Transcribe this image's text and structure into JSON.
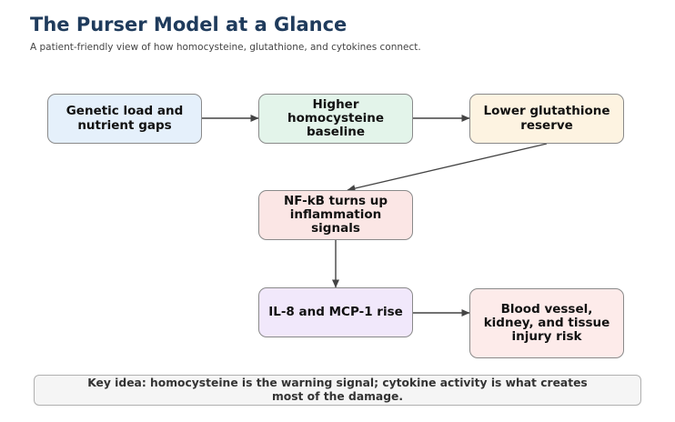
{
  "header": {
    "title": "The Purser Model at a Glance",
    "subtitle": "A patient-friendly view of how homocysteine, glutathione, and cytokines connect."
  },
  "nodes": {
    "genetic": "Genetic load and nutrient gaps",
    "homocysteine": "Higher homocysteine baseline",
    "glutathione": "Lower glutathione reserve",
    "nfkb": "NF-kB turns up inflammation signals",
    "il8": "IL-8 and MCP-1 rise",
    "injury": "Blood vessel, kidney, and tissue injury risk"
  },
  "footer": {
    "key_idea": "Key idea: homocysteine is the warning signal; cytokine activity is what creates most of the damage."
  },
  "colors": {
    "title": "#1f3b5c",
    "arrow": "#444444",
    "node_genetic": "#e5f0fb",
    "node_homocysteine": "#e3f4ea",
    "node_glutathione": "#fdf3e1",
    "node_nfkb": "#fbe6e5",
    "node_il8": "#f1e8fb",
    "node_injury": "#fdebea"
  }
}
